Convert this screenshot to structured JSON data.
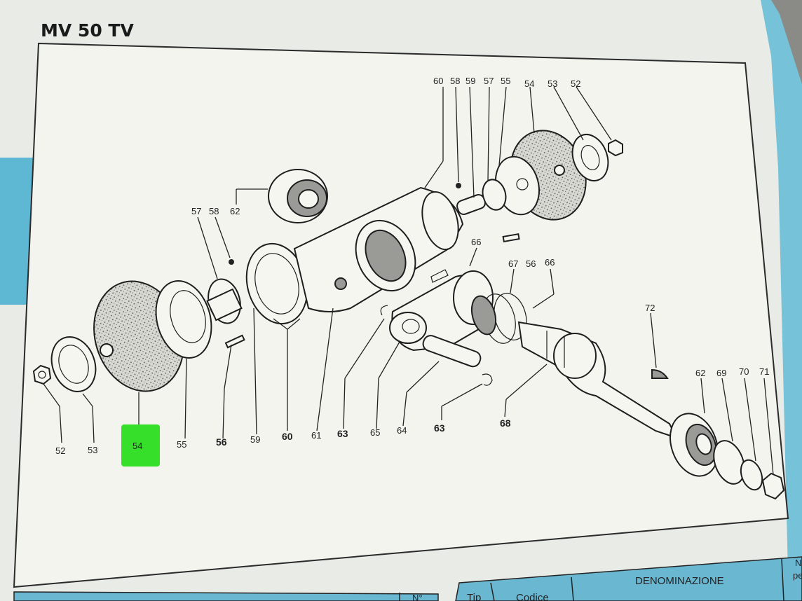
{
  "page": {
    "title": "MV 50 TV",
    "colors": {
      "sheet": "#f3f3ee",
      "cyan_band": "#5fb8d3",
      "highlight": "#36e02a"
    }
  },
  "callouts": {
    "top_row": [
      "60",
      "58",
      "59",
      "57",
      "55",
      "54",
      "53",
      "52"
    ],
    "left_62": "62",
    "left_57": "57",
    "left_58": "58",
    "left_66": "66",
    "left_67": "67",
    "left_56": "56",
    "left_66b": "66",
    "left_72": "72",
    "right_row": [
      "62",
      "69",
      "70",
      "71"
    ],
    "bottom_row": [
      "52",
      "53",
      "54",
      "55",
      "56",
      "59",
      "60",
      "61",
      "63",
      "65",
      "64",
      "63",
      "68"
    ]
  },
  "table_header": {
    "denominazione": "DENOMINAZIONE",
    "codice": "Codice",
    "tipo": "Tip",
    "numero": "N°",
    "numero_right": "N",
    "per": "pe"
  }
}
